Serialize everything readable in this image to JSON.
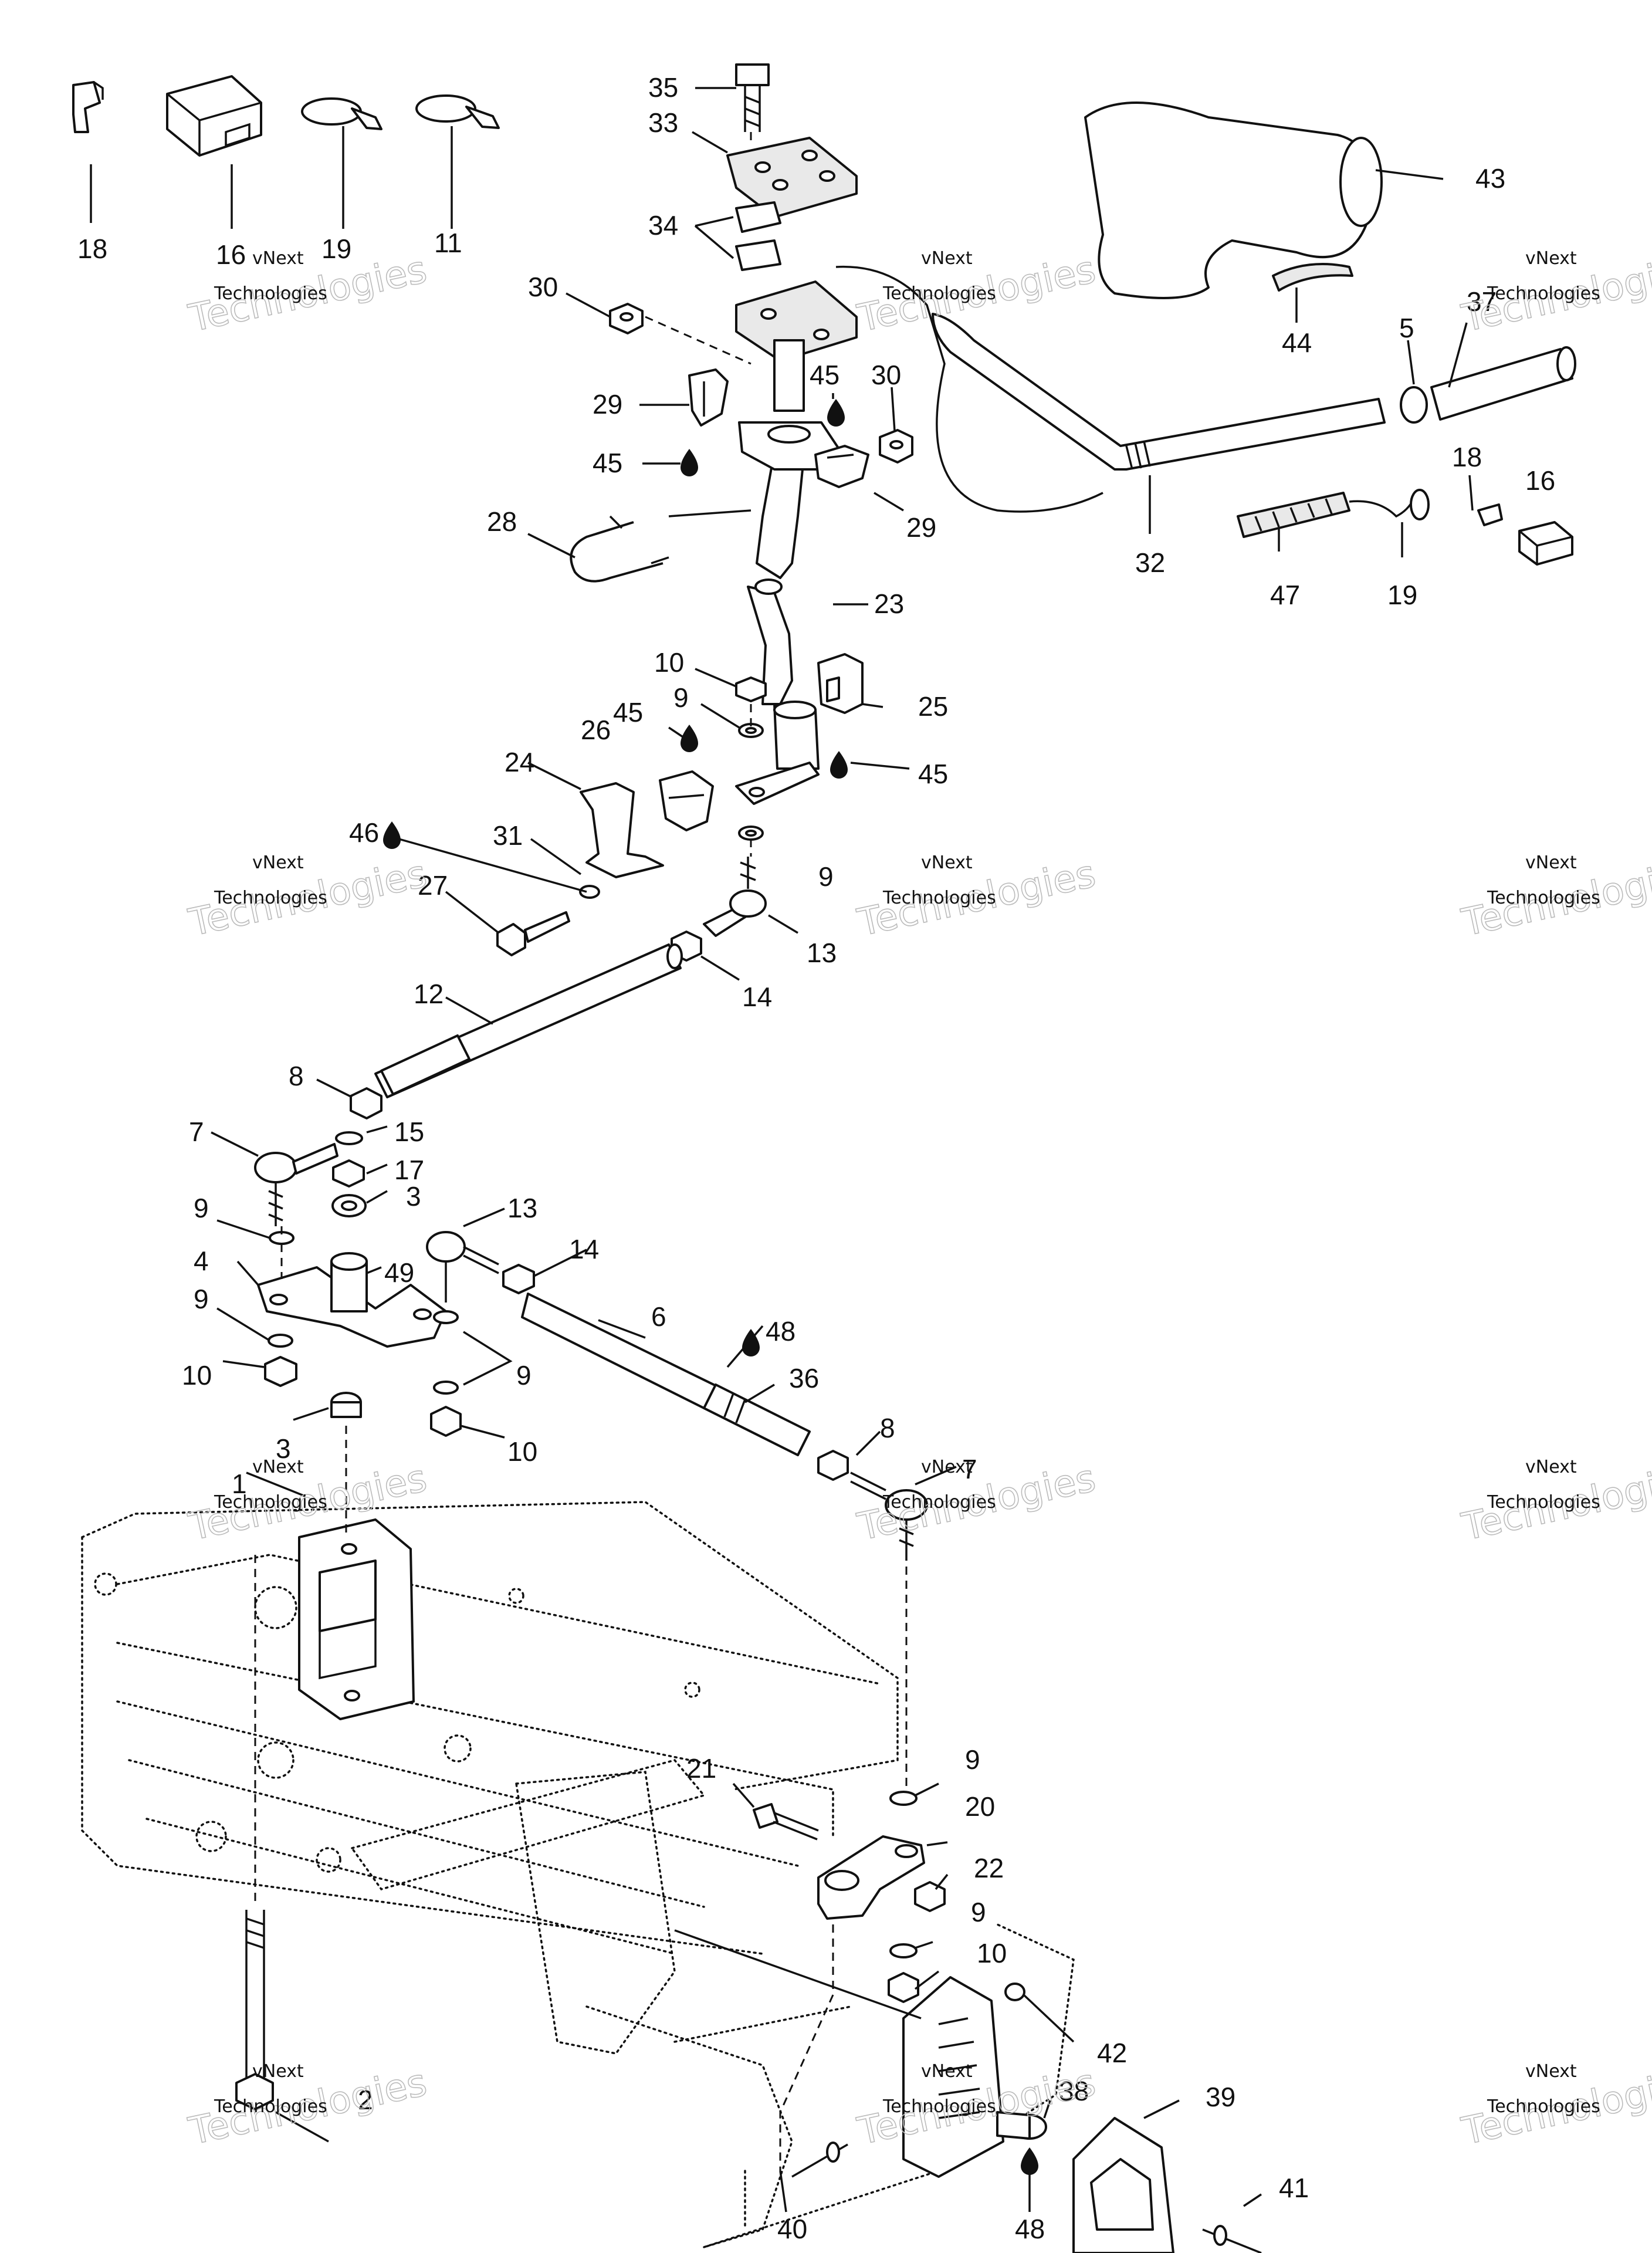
{
  "watermark": {
    "line1": "vNext",
    "line2": "Technologies",
    "big": "Technologies"
  },
  "callouts": [
    "18",
    "16",
    "19",
    "11",
    "35",
    "33",
    "34",
    "30",
    "29",
    "45",
    "28",
    "23",
    "10",
    "9",
    "26",
    "24",
    "46",
    "31",
    "27",
    "25",
    "13",
    "14",
    "12",
    "8",
    "7",
    "15",
    "17",
    "3",
    "4",
    "49",
    "6",
    "48",
    "36",
    "1",
    "2",
    "21",
    "20",
    "22",
    "42",
    "38",
    "39",
    "41",
    "40",
    "43",
    "44",
    "5",
    "37",
    "32",
    "47"
  ]
}
